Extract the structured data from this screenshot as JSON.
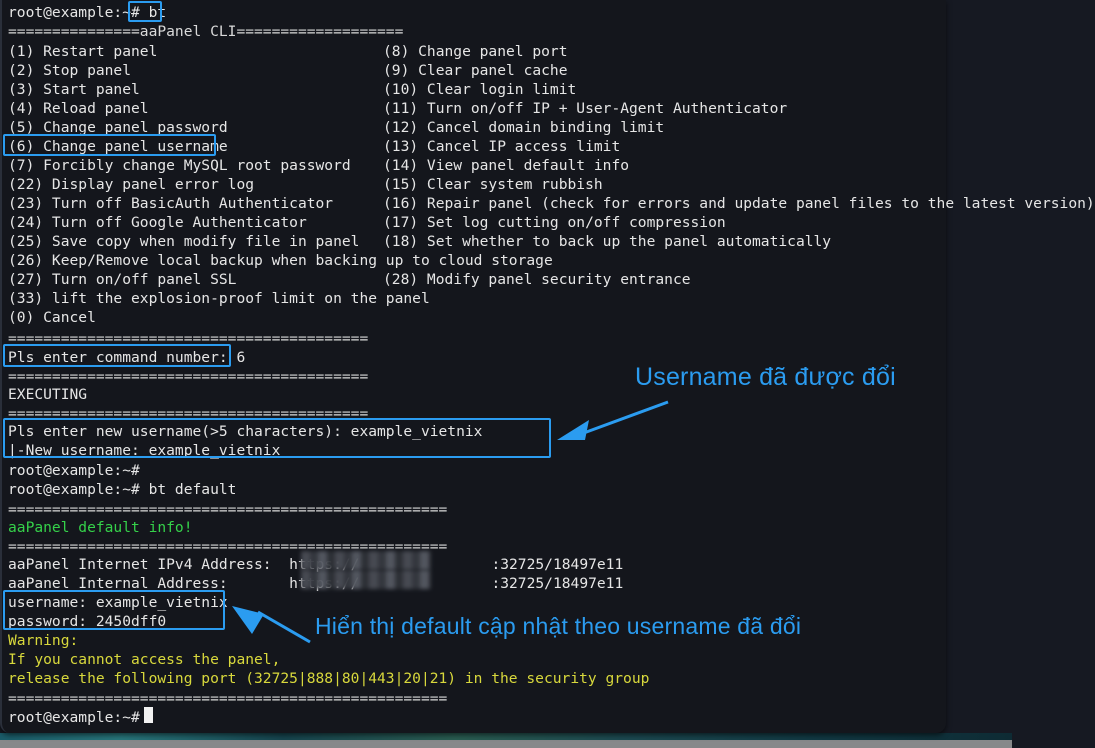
{
  "window": {
    "app": "terminal",
    "shell_prompt": "root@example:~#"
  },
  "colors": {
    "accent": "#2b9cf0",
    "terminal_bg": "#14161c",
    "page_bg": "#161922",
    "text": "#e6e6e6",
    "green": "#35d14a",
    "yellow": "#d8d83c"
  },
  "terminal": {
    "prompt_line": "root@example:~# ",
    "command": "bt",
    "banner": "===============aaPanel CLI===================",
    "menu_left": [
      "(1) Restart panel",
      "(2) Stop panel",
      "(3) Start panel",
      "(4) Reload panel",
      "(5) Change panel password",
      "(6) Change panel username",
      "(7) Forcibly change MySQL root password",
      "(22) Display panel error log",
      "(23) Turn off BasicAuth Authenticator",
      "(24) Turn off Google Authenticator",
      "(25) Save copy when modify file in panel",
      "(26) Keep/Remove local backup when backing up to cloud storage",
      "(27) Turn on/off panel SSL",
      "(33) lift the explosion-proof limit on the panel",
      "(0) Cancel"
    ],
    "menu_right": [
      "(8) Change panel port",
      "(9) Clear panel cache",
      "(10) Clear login limit",
      "(11) Turn on/off IP + User-Agent Authenticator",
      "(12) Cancel domain binding limit",
      "(13) Cancel IP access limit",
      "(14) View panel default info",
      "(15) Clear system rubbish",
      "(16) Repair panel (check for errors and update panel files to the latest version)",
      "(17) Set log cutting on/off compression",
      "(18) Set whether to back up the panel automatically",
      "(28) Modify panel security entrance"
    ],
    "separator": "==================================================",
    "separator_short": "=========================================",
    "prompt_command_number": "Pls enter command number: 6",
    "executing": "EXECUTING",
    "prompt_new_username": "Pls enter new username(>5 characters): example_vietnix",
    "new_username_result": "|-New username: example_vietnix",
    "prompt_idle": "root@example:~#",
    "prompt_bt_default": "root@example:~# bt default",
    "default_info_title": "aaPanel default info!",
    "ipv4_label": "aaPanel Internet IPv4 Address:  https://",
    "ipv4_suffix": ":32725/18497e11",
    "internal_label": "aaPanel Internal Address:       https://",
    "internal_suffix": ":32725/18497e11",
    "username_line": "username: example_vietnix",
    "password_line": "password: 2450dff0",
    "warning_title": "Warning:",
    "warning_line1": "If you cannot access the panel,",
    "warning_line2": "release the following port (32725|888|80|443|20|21) in the security group",
    "final_prompt": "root@example:~#"
  },
  "annotations": [
    {
      "id": "anno-username-changed",
      "text": "Username đã được đổi"
    },
    {
      "id": "anno-default-updated",
      "text": "Hiển thị default cập nhật theo username đã đổi"
    }
  ]
}
